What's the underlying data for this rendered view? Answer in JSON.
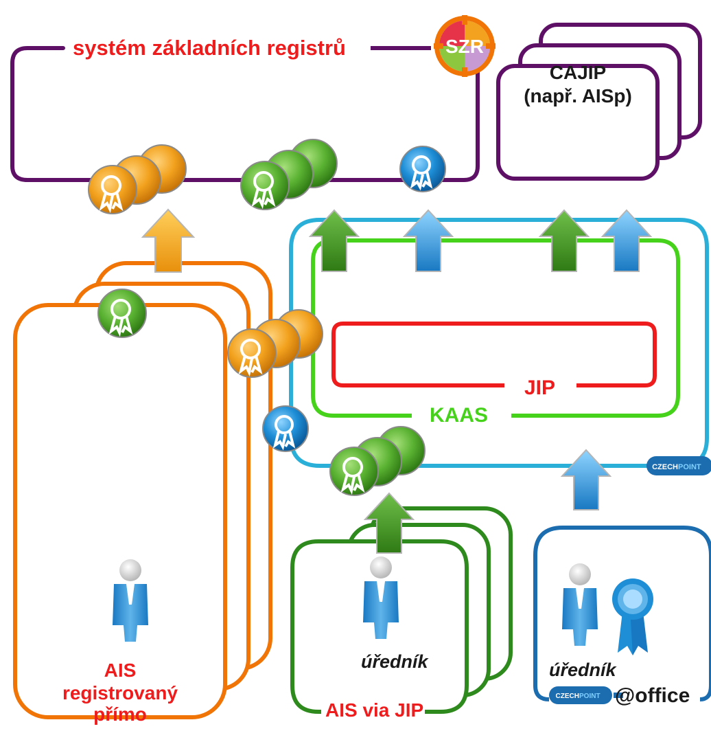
{
  "szr": {
    "title": "systém základních registrů",
    "logo_text": "SZR",
    "logo_colors": [
      "#f2a21e",
      "#e7334a",
      "#8dc63f",
      "#c79ad4"
    ]
  },
  "cajip": {
    "line1": "CAJIP",
    "line2": "(např. AISp)"
  },
  "jip": {
    "label": "JIP"
  },
  "kaas": {
    "label": "KAAS"
  },
  "ais_direct": {
    "line1": "AIS",
    "line2": "registrovaný",
    "line3": "přímo"
  },
  "ais_via_jip": {
    "label": "AIS via JIP",
    "user_label": "úředník"
  },
  "office": {
    "user_label": "úředník",
    "label": "@office",
    "czechpoint_text_a": "CZECH",
    "czechpoint_text_b": "POINT"
  },
  "czechpoint": {
    "text_a": "CZECH",
    "text_b": "POINT"
  },
  "colors": {
    "szr_purple": "#5e0f66",
    "kaas_cyan": "#2ab0d8",
    "kaas_green": "#46d21a",
    "jip_red": "#ee1c1c",
    "ais_orange": "#f07406",
    "ais_jip_green": "#2f8a1e",
    "office_blue": "#1c6cb0",
    "badge_orange": "#f2a21e",
    "badge_green": "#5ab232",
    "badge_blue": "#1e8ed6"
  }
}
